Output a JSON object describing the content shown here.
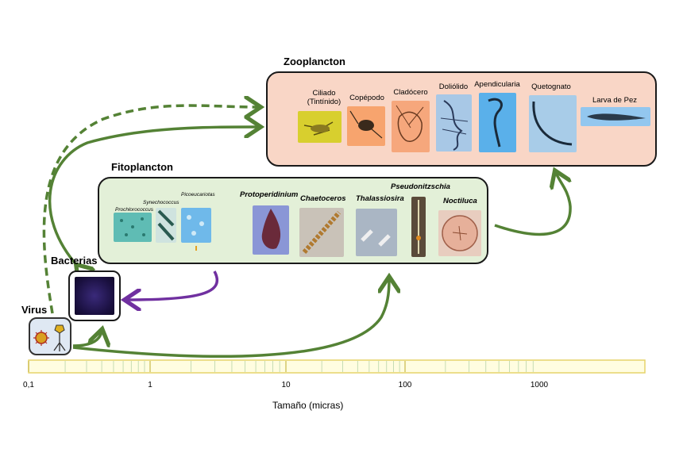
{
  "zooplancton": {
    "title": "Zooplancton",
    "organisms": [
      {
        "label_line1": "Ciliado",
        "label_line2": "(Tintínido)"
      },
      {
        "label": "Copépodo"
      },
      {
        "label": "Cladócero"
      },
      {
        "label": "Doliólido"
      },
      {
        "label": "Apendicularia"
      },
      {
        "label": "Quetognato"
      },
      {
        "label": "Larva de Pez"
      }
    ]
  },
  "fitoplancton": {
    "title": "Fitoplancton",
    "small_labels": {
      "prochlorococcus": "Prochlorococcus",
      "synechococcus": "Synechococcus",
      "picoeucariotas": "Picoeucariotas"
    },
    "organisms": [
      {
        "label": "Protoperidinium"
      },
      {
        "label": "Chaetoceros"
      },
      {
        "label": "Thalassiosira"
      },
      {
        "label": "Pseudonitzschia"
      },
      {
        "label": "Noctiluca"
      }
    ]
  },
  "bacterias": {
    "title": "Bacterias"
  },
  "virus": {
    "title": "Virus"
  },
  "axis": {
    "title": "Tamaño (micras)",
    "tick_labels": [
      "0,1",
      "1",
      "10",
      "100",
      "1000"
    ],
    "scale": "log",
    "range": [
      0.1,
      5000
    ]
  },
  "colors": {
    "arrow_green": "#548235",
    "arrow_purple": "#7030a0",
    "zoo_fill": "#f9d6c6",
    "fito_fill": "#e3f0d8",
    "virus_fill": "#dfe8f3",
    "axis_fill": "#fffde0",
    "axis_stroke": "#e6d36a"
  }
}
